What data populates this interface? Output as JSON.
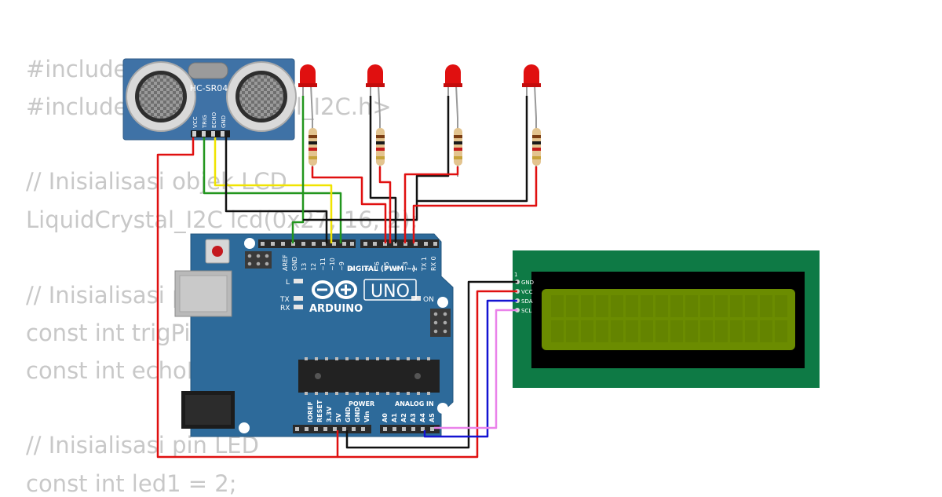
{
  "code_lines": [
    "#include <Wire.h>",
    "#include <LiquidCrystal_I2C.h>",
    "",
    "// Inisialisasi objek LCD",
    "LiquidCrystal_I2C lcd(0x27, 16, 2);",
    "",
    "// Inisialisasi pin sensor",
    "const int trigPin = 9;",
    "const int echoPin = 10;",
    "",
    "// Inisialisasi pin LED",
    "const int led1 = 2;"
  ],
  "sensor": {
    "model": "HC-SR04",
    "pins": [
      "VCC",
      "TRIG",
      "ECHO",
      "GND"
    ]
  },
  "arduino": {
    "brand": "ARDUINO",
    "model": "UNO",
    "digital_header": "DIGITAL (PWM ~)",
    "power_header": "POWER",
    "analog_header": "ANALOG IN",
    "on_label": "ON",
    "led_l": "L",
    "led_tx": "TX",
    "led_rx": "RX",
    "digital_pins": [
      "AREF",
      "GND",
      "13",
      "12",
      "~11",
      "~10",
      "~9",
      "8",
      "7",
      "~6",
      "~5",
      "4",
      "~3",
      "2",
      "TX 1",
      "RX 0"
    ],
    "power_pins": [
      "IOREF",
      "RESET",
      "3.3V",
      "5V",
      "GND",
      "GND",
      "Vin"
    ],
    "analog_pins": [
      "A0",
      "A1",
      "A2",
      "A3",
      "A4",
      "A5"
    ]
  },
  "lcd": {
    "pin_index": "1",
    "pins": [
      "GND",
      "VCC",
      "SDA",
      "SCL"
    ]
  },
  "colors": {
    "board": "#2d6a9a",
    "lcd_pcb": "#0e7a45",
    "lcd_screen": "#6b8c00",
    "led": "#e01010",
    "wire_red": "#e01010",
    "wire_black": "#111111",
    "wire_green": "#22961e",
    "wire_yellow": "#f0e400",
    "wire_blue": "#1414d2",
    "wire_pink": "#ea82ea",
    "code_text": "#c8c8c8"
  }
}
